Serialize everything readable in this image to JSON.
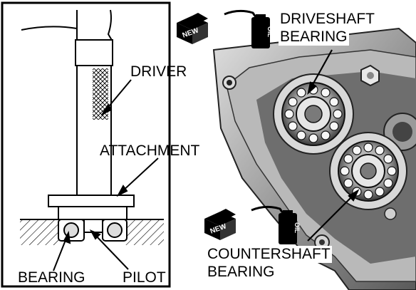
{
  "labels": {
    "driver": "DRIVER",
    "attachment": "ATTACHMENT",
    "bearing": "BEARING",
    "pilot": "PILOT",
    "driveshaft_bearing_line1": "DRIVESHAFT",
    "driveshaft_bearing_line2": "BEARING",
    "countershaft_bearing_line1": "COUNTERSHAFT",
    "countershaft_bearing_line2": "BEARING"
  },
  "icons": {
    "new_part_icon": "new-part-box-icon",
    "new_part_text": "NEW",
    "oil_can_icon": "oil-can-icon",
    "oil_text": "OIL"
  },
  "colors": {
    "ink": "#000000",
    "photo_dark": "#2a2a2a",
    "photo_mid": "#8a8a8a",
    "photo_light": "#d8d8d8"
  }
}
